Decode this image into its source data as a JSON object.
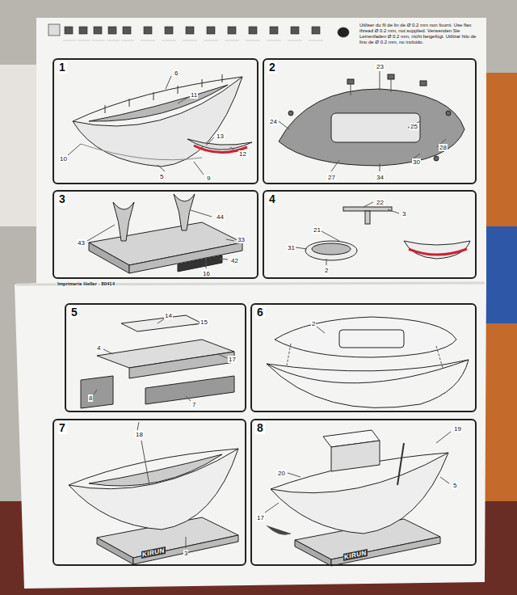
{
  "diagram": {
    "nodes": [
      {
        "text": [
          "1"
        ]
      },
      {
        "text": [
          "2"
        ]
      },
      {
        "text": [
          "3"
        ]
      },
      {
        "text": [
          "4"
        ]
      },
      {
        "text": [
          "5"
        ]
      },
      {
        "text": [
          "6"
        ]
      },
      {
        "text": [
          "7"
        ]
      },
      {
        "text": [
          "8"
        ]
      }
    ],
    "labels": [
      "Utiliser du fil de lin de Ø 0.2 mm non fourni. Use flax thread Ø 0.2 mm, not supplied. Verwenden Sie Leinenfaden Ø 0.2 mm, nicht beigefügt. Utilizar hilo de lino de Ø 0.2 mm, no incluido.",
      "Imprimerie Heller - 80414",
      "6",
      "11",
      "13",
      "12",
      "5",
      "9",
      "10",
      "23",
      "24",
      "25",
      "28",
      "27",
      "34",
      "30",
      "44",
      "43",
      "42",
      "16",
      "33",
      "22",
      "3",
      "21",
      "2",
      "31",
      "14",
      "15",
      "4",
      "8",
      "17",
      "7",
      "2",
      "18",
      "3",
      "KIRUN",
      "19",
      "20",
      "5",
      "17",
      "KIRUN"
    ]
  }
}
